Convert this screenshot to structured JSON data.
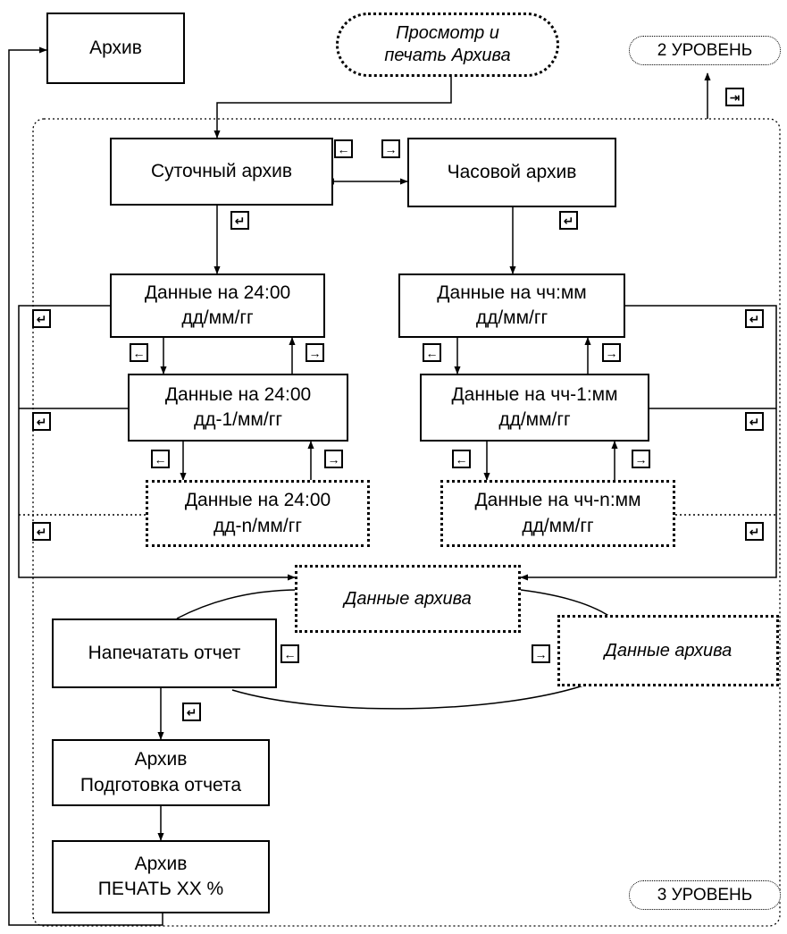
{
  "header": {
    "archive": "Архив",
    "view_print": [
      "Просмотр и",
      "печать Архива"
    ],
    "level2": "2 УРОВЕНЬ"
  },
  "archives": {
    "daily": "Суточный архив",
    "hourly": "Часовой архив"
  },
  "daily_records": [
    [
      "Данные на 24:00",
      "дд/мм/гг"
    ],
    [
      "Данные на 24:00",
      "дд-1/мм/гг"
    ],
    [
      "Данные на 24:00",
      "дд-n/мм/гг"
    ]
  ],
  "hourly_records": [
    [
      "Данные на чч:мм",
      "дд/мм/гг"
    ],
    [
      "Данные на чч-1:мм",
      "дд/мм/гг"
    ],
    [
      "Данные на чч-n:мм",
      "дд/мм/гг"
    ]
  ],
  "archive_data": "Данные архива",
  "print_report": "Напечатать отчет",
  "preparing": [
    "Архив",
    "Подготовка отчета"
  ],
  "printing": [
    "Архив",
    "ПЕЧАТЬ XX %"
  ],
  "level3": "3 УРОВЕНЬ",
  "keys": {
    "enter": "↵",
    "left": "←",
    "right": "→",
    "exit": "⇥"
  }
}
